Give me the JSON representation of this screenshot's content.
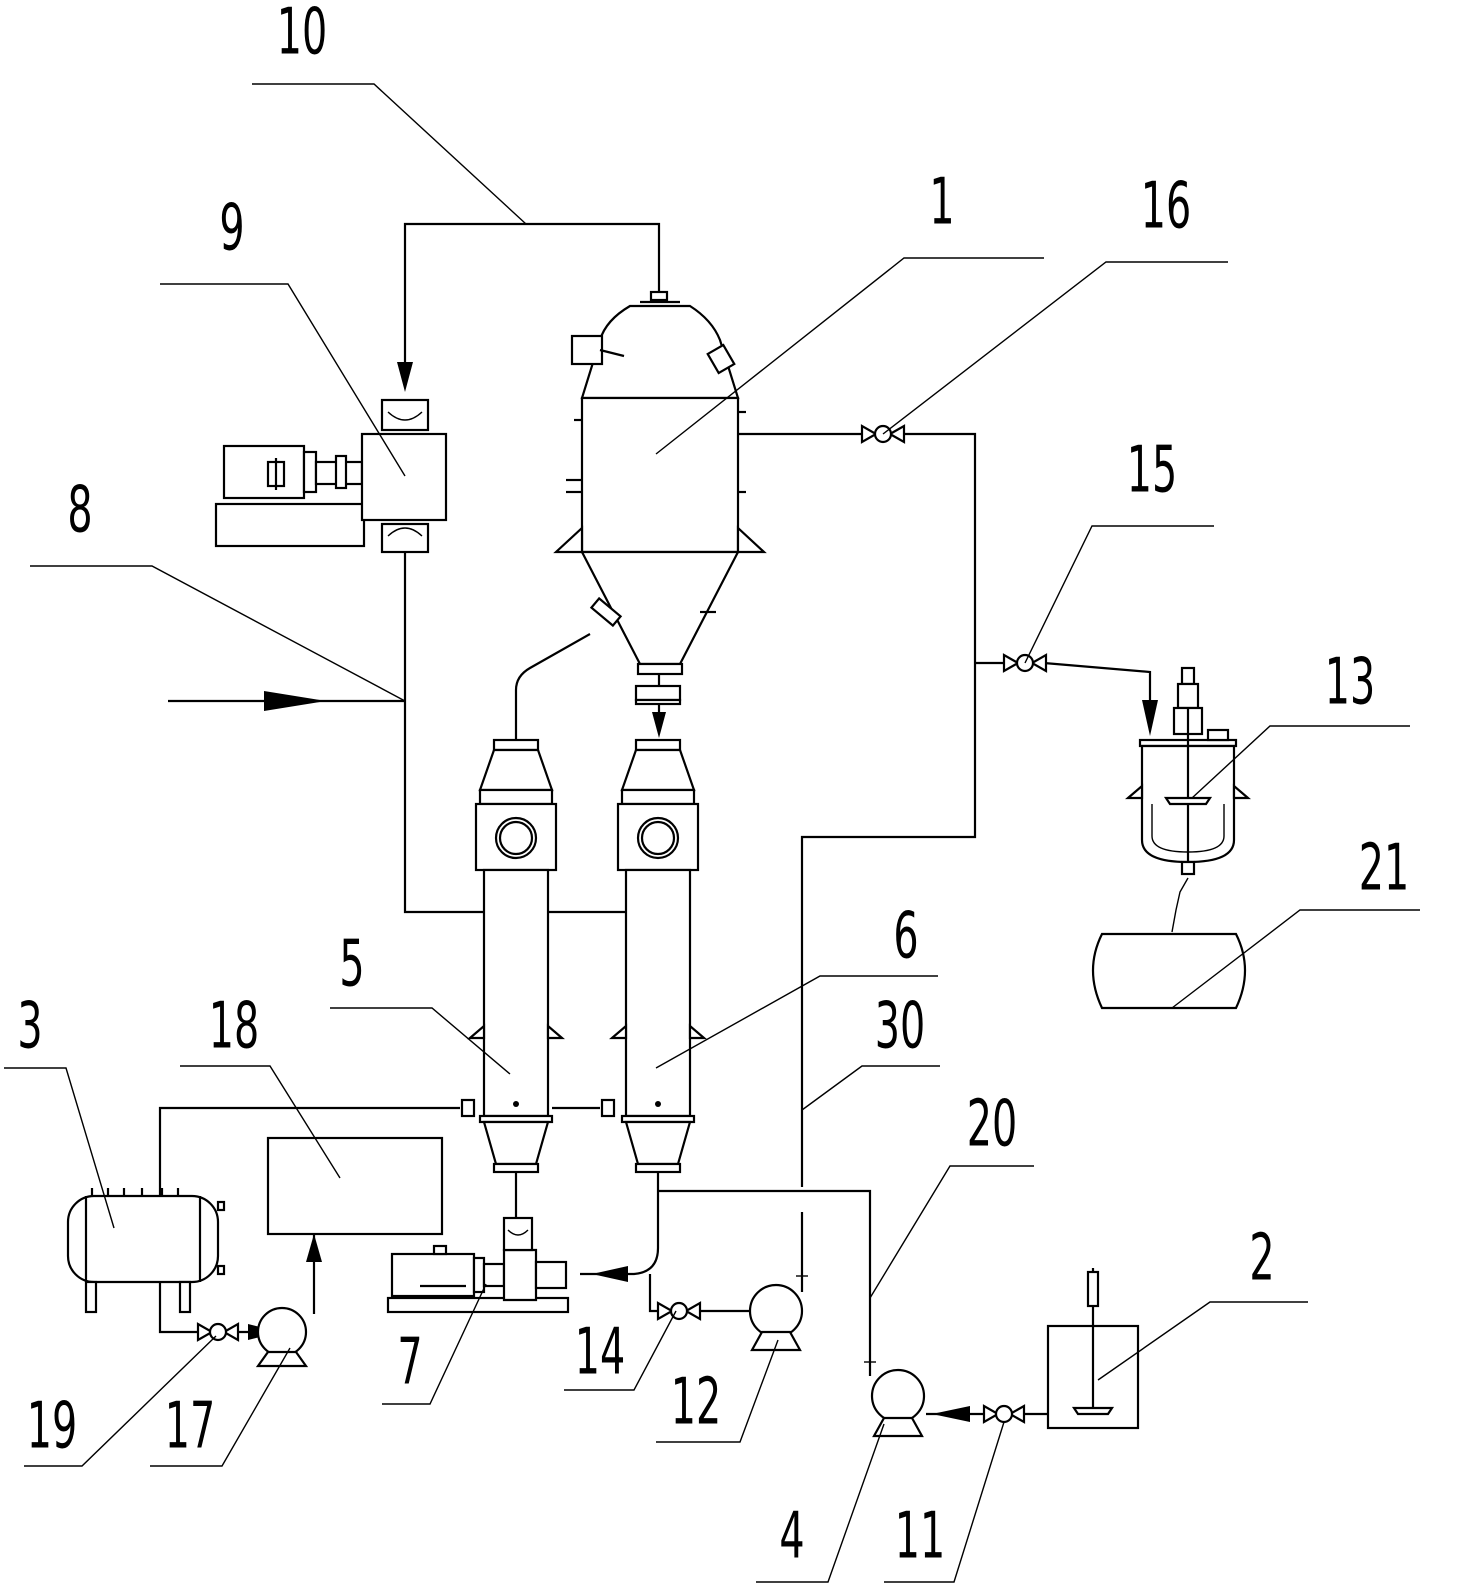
{
  "diagram": {
    "labels": [
      {
        "id": "1",
        "text": "1"
      },
      {
        "id": "2",
        "text": "2"
      },
      {
        "id": "3",
        "text": "3"
      },
      {
        "id": "4",
        "text": "4"
      },
      {
        "id": "5",
        "text": "5"
      },
      {
        "id": "6",
        "text": "6"
      },
      {
        "id": "7",
        "text": "7"
      },
      {
        "id": "8",
        "text": "8"
      },
      {
        "id": "9",
        "text": "9"
      },
      {
        "id": "10",
        "text": "10"
      },
      {
        "id": "11",
        "text": "11"
      },
      {
        "id": "12",
        "text": "12"
      },
      {
        "id": "13",
        "text": "13"
      },
      {
        "id": "14",
        "text": "14"
      },
      {
        "id": "15",
        "text": "15"
      },
      {
        "id": "16",
        "text": "16"
      },
      {
        "id": "17",
        "text": "17"
      },
      {
        "id": "18",
        "text": "18"
      },
      {
        "id": "19",
        "text": "19"
      },
      {
        "id": "20",
        "text": "20"
      },
      {
        "id": "21",
        "text": "21"
      },
      {
        "id": "30",
        "text": "30"
      }
    ]
  }
}
